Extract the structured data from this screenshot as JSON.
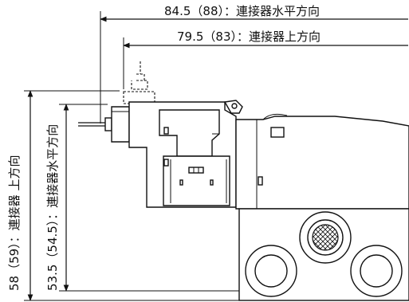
{
  "dimensions": {
    "horizontal_outer": "84.5（88）：連接器水平方向",
    "horizontal_inner": "79.5（83）：連接器上方向",
    "vertical_outer": "58（59）：連接器 上方向",
    "vertical_inner": "53.5（54.5）：連接器水平方向"
  }
}
